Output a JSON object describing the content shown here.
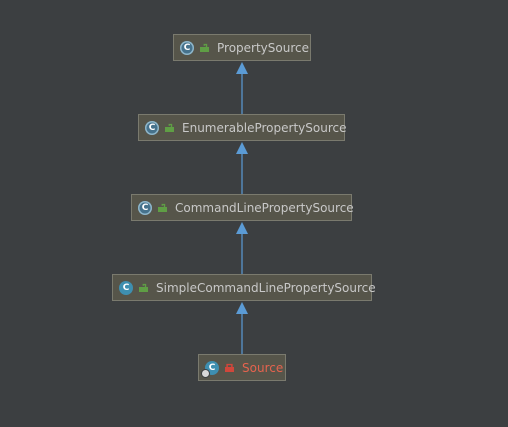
{
  "background_color": "#3c3f41",
  "edge_color": "#5b9bd5",
  "nodes": [
    {
      "id": "property-source",
      "label": "PropertySource",
      "class_icon": "abstract-class-icon",
      "visibility_icon": "public-icon"
    },
    {
      "id": "enumerable-property-source",
      "label": "EnumerablePropertySource",
      "class_icon": "abstract-class-icon",
      "visibility_icon": "public-icon"
    },
    {
      "id": "command-line-property-source",
      "label": "CommandLinePropertySource",
      "class_icon": "abstract-class-icon",
      "visibility_icon": "public-icon"
    },
    {
      "id": "simple-command-line-property-source",
      "label": "SimpleCommandLinePropertySource",
      "class_icon": "class-icon",
      "visibility_icon": "public-icon"
    },
    {
      "id": "source",
      "label": "Source",
      "class_icon": "inner-class-icon",
      "visibility_icon": "private-icon",
      "label_color": "#e5634e"
    }
  ],
  "edges": [
    {
      "from": "enumerable-property-source",
      "to": "property-source",
      "type": "extends"
    },
    {
      "from": "command-line-property-source",
      "to": "enumerable-property-source",
      "type": "extends"
    },
    {
      "from": "simple-command-line-property-source",
      "to": "command-line-property-source",
      "type": "extends"
    },
    {
      "from": "source",
      "to": "simple-command-line-property-source",
      "type": "extends"
    }
  ]
}
